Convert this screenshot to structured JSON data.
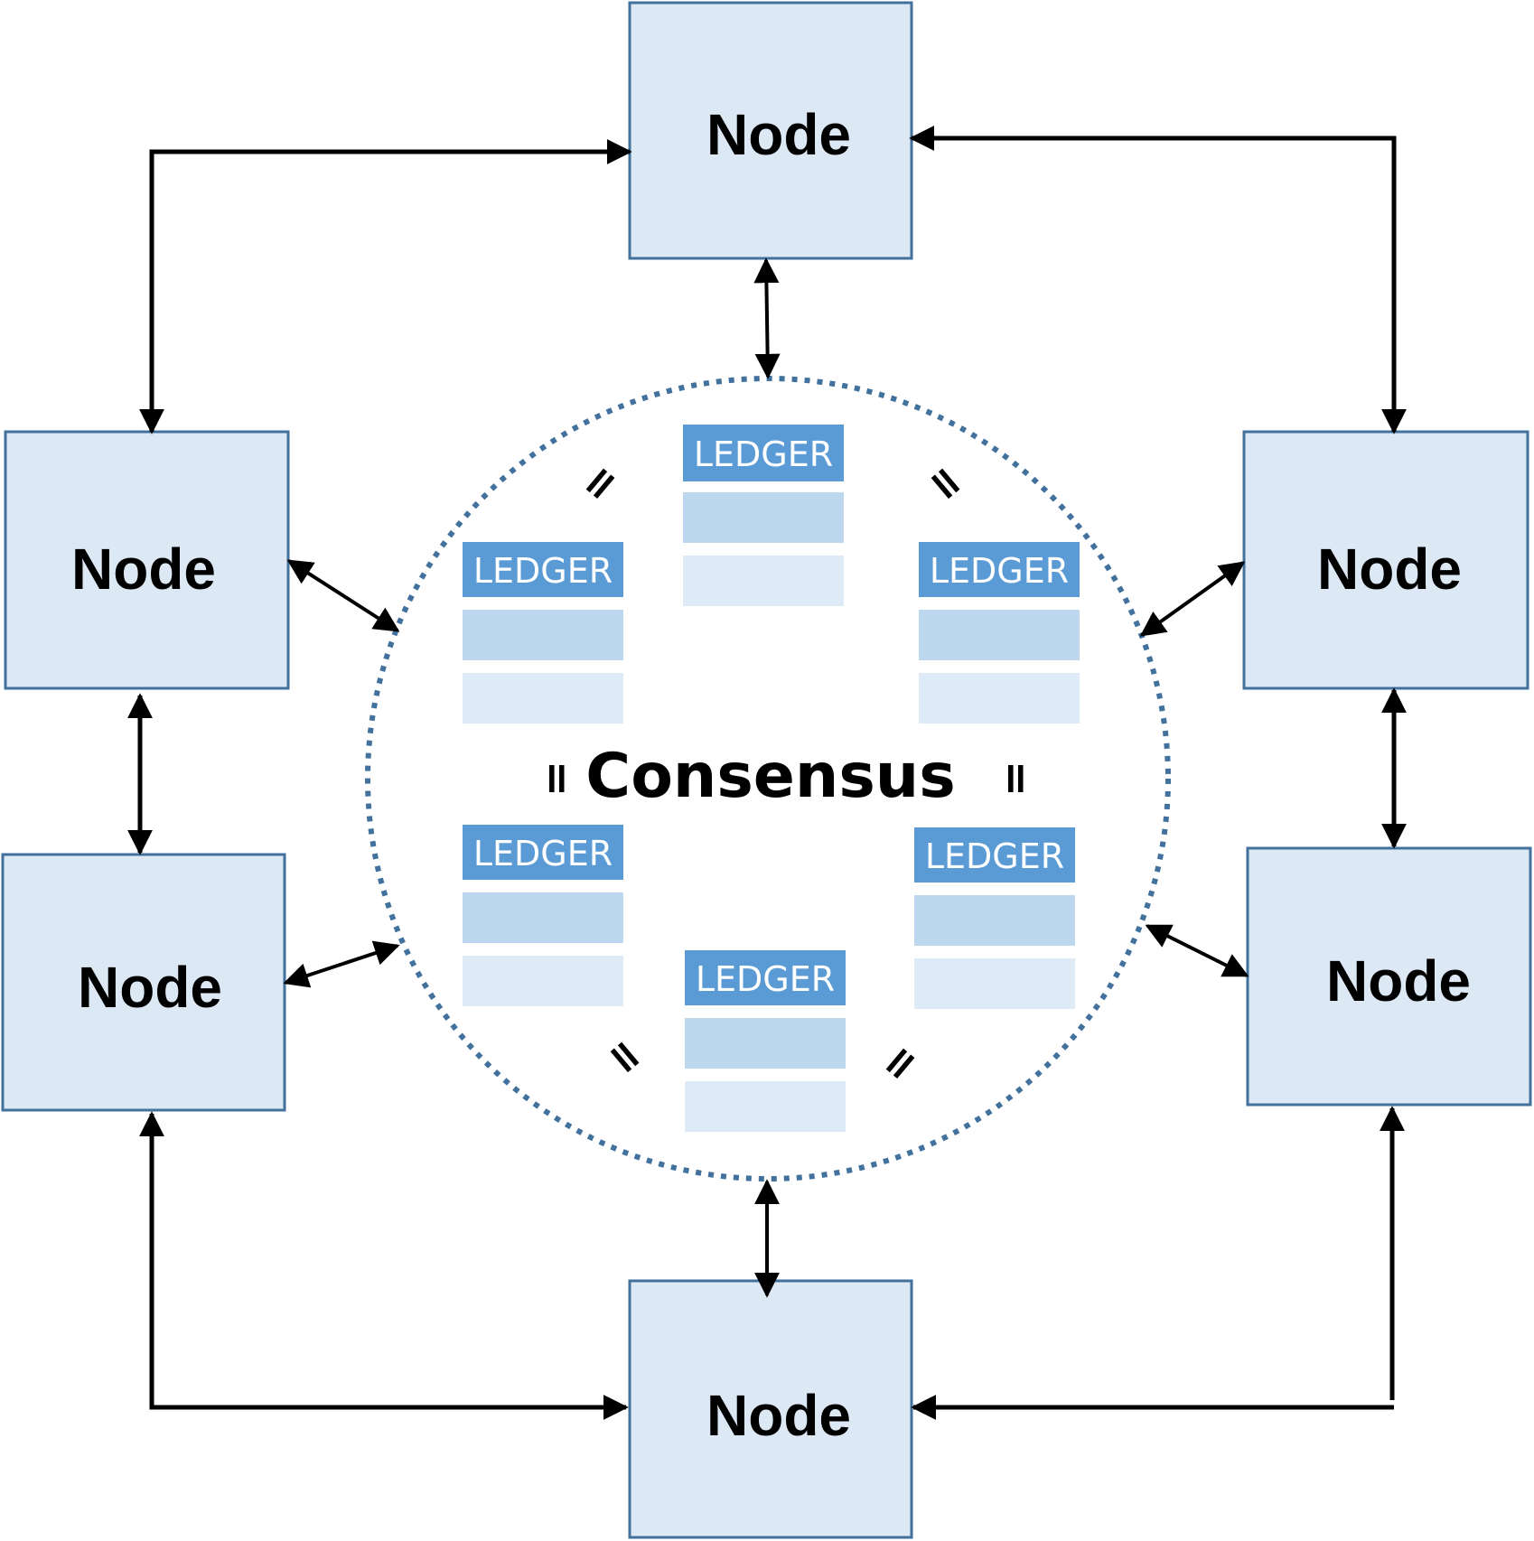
{
  "colors": {
    "node_fill": "#dde8f5",
    "node_stroke": "#41719c",
    "ledger_header": "#5b9bd5",
    "ledger_row_mid": "#bdd7ee",
    "ledger_row_light": "#deebf7",
    "circle_stroke": "#41719c",
    "arrow": "#000000"
  },
  "nodes": [
    {
      "label": "Node"
    },
    {
      "label": "Node"
    },
    {
      "label": "Node"
    },
    {
      "label": "Node"
    },
    {
      "label": "Node"
    },
    {
      "label": "Node"
    }
  ],
  "ledgers": [
    {
      "label": "LEDGER"
    },
    {
      "label": "LEDGER"
    },
    {
      "label": "LEDGER"
    },
    {
      "label": "LEDGER"
    },
    {
      "label": "LEDGER"
    },
    {
      "label": "LEDGER"
    }
  ],
  "consensus": {
    "label": "Consensus"
  },
  "equality_mark": "="
}
